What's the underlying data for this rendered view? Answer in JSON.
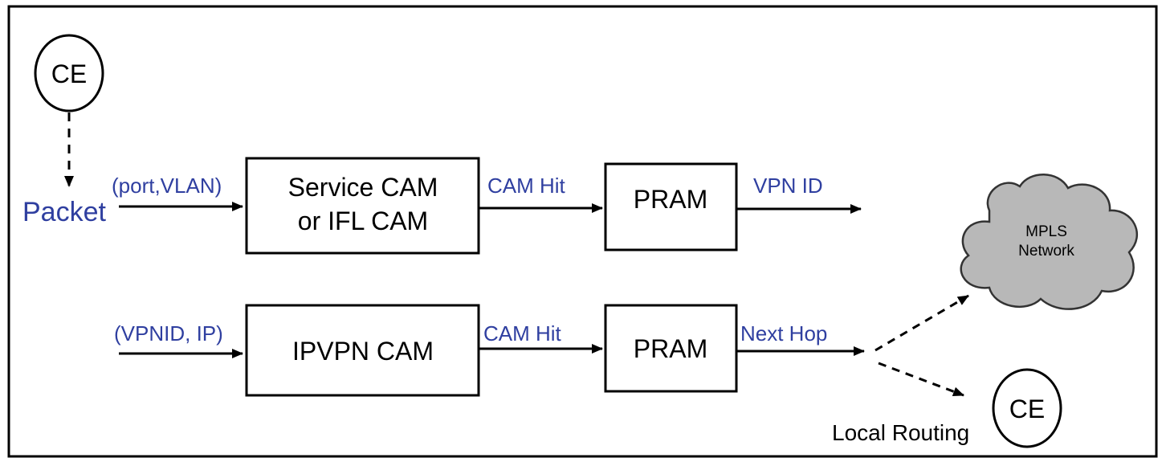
{
  "nodes": {
    "ce_top": "CE",
    "ce_bottom": "CE",
    "service_cam_line1": "Service CAM",
    "service_cam_line2": "or IFL CAM",
    "pram_top": "PRAM",
    "ipvpn_cam": "IPVPN CAM",
    "pram_bottom": "PRAM",
    "mpls_line1": "MPLS",
    "mpls_line2": "Network"
  },
  "labels": {
    "packet": "Packet",
    "port_vlan": "(port,VLAN)",
    "cam_hit_top": "CAM Hit",
    "vpn_id": "VPN ID",
    "vpnid_ip": "(VPNID, IP)",
    "cam_hit_bottom": "CAM Hit",
    "next_hop": "Next Hop",
    "local_routing": "Local Routing"
  },
  "colors": {
    "label_blue": "#2f3fa0",
    "line": "#000000",
    "cloud_fill": "#b8b8b8"
  }
}
